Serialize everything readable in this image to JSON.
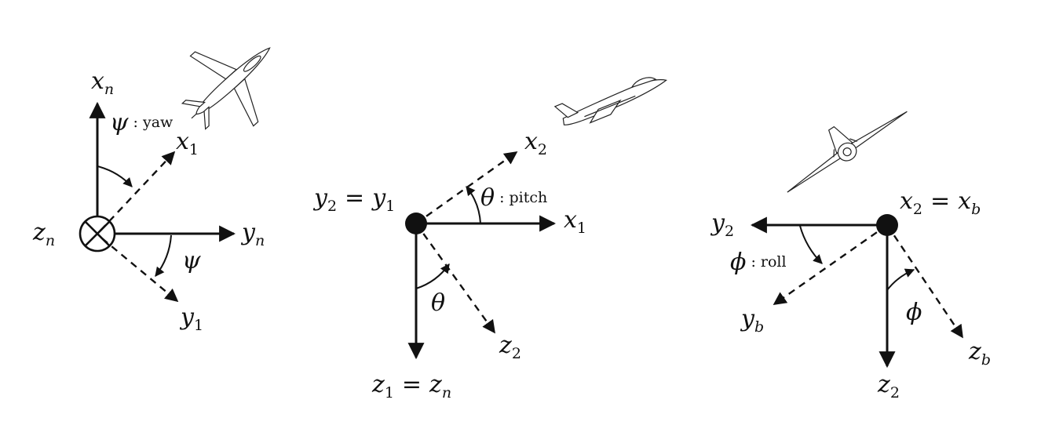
{
  "yaw_panel": {
    "axis_up": {
      "base": "x",
      "sub": "n"
    },
    "axis_right": {
      "base": "y",
      "sub": "n"
    },
    "axis_out": {
      "base": "z",
      "sub": "n"
    },
    "dashed_up": {
      "base": "x",
      "sub": "1"
    },
    "dashed_down": {
      "base": "y",
      "sub": "1"
    },
    "angle_label": {
      "symbol": "ψ",
      "text": ": yaw"
    },
    "angle_symbol": "ψ"
  },
  "pitch_panel": {
    "origin_label": {
      "lhs_base": "y",
      "lhs_sub": "2",
      "eq": "=",
      "rhs_base": "y",
      "rhs_sub": "1"
    },
    "axis_right": {
      "base": "x",
      "sub": "1"
    },
    "axis_down": {
      "lhs_base": "z",
      "lhs_sub": "1",
      "eq": "=",
      "rhs_base": "z",
      "rhs_sub": "n"
    },
    "dashed_up": {
      "base": "x",
      "sub": "2"
    },
    "dashed_down": {
      "base": "z",
      "sub": "2"
    },
    "angle_label": {
      "symbol": "θ",
      "text": ": pitch"
    },
    "angle_symbol": "θ"
  },
  "roll_panel": {
    "origin_label": {
      "lhs_base": "x",
      "lhs_sub": "2",
      "eq": "=",
      "rhs_base": "x",
      "rhs_sub": "b"
    },
    "axis_left": {
      "base": "y",
      "sub": "2"
    },
    "axis_down": {
      "base": "z",
      "sub": "2"
    },
    "dashed_left": {
      "base": "y",
      "sub": "b"
    },
    "dashed_down": {
      "base": "z",
      "sub": "b"
    },
    "angle_label": {
      "symbol": "ϕ",
      "text": ": roll"
    },
    "angle_symbol": "ϕ"
  },
  "icons": [
    "airplane-top-view-icon",
    "airplane-side-view-icon",
    "airplane-front-view-icon"
  ]
}
